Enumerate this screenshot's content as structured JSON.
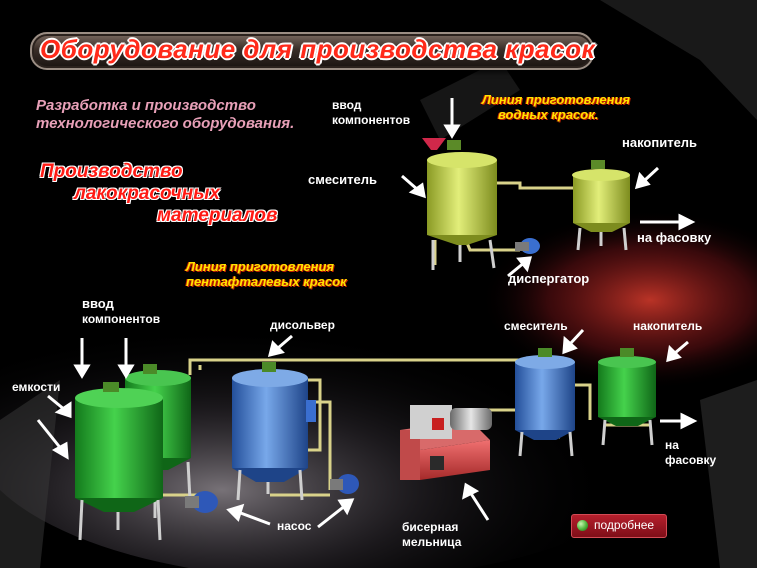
{
  "header": {
    "title": "Оборудование для производства красок"
  },
  "intro": {
    "line1": "Разработка и производство",
    "line2": "технологического оборудования."
  },
  "product": {
    "line1": "Производство",
    "line2": "лакокрасочных",
    "line3": "материалов"
  },
  "water_line": {
    "title_line1": "Линия приготовления",
    "title_line2": "водных красок.",
    "labels": {
      "input_line1": "ввод",
      "input_line2": "компонентов",
      "mixer": "смеситель",
      "storage": "накопитель",
      "to_packing": "на фасовку",
      "disperser": "диспергатор"
    }
  },
  "pentaphthalic_line": {
    "title_line1": "Линия приготовления",
    "title_line2": "пентафталевых красок",
    "labels": {
      "input_line1": "ввод",
      "input_line2": "компонентов",
      "dissolver": "дисольвер",
      "mixer": "смеситель",
      "storage": "накопитель",
      "tanks": "емкости",
      "to_packing_line1": "на",
      "to_packing_line2": "фасовку",
      "pump": "насос",
      "mill_line1": "бисерная",
      "mill_line2": "мельница"
    }
  },
  "more_button": {
    "label": "подробнее"
  },
  "colors": {
    "background": "#000000",
    "title_red": "#ff2a1a",
    "subtitle_pink": "#e8a0b8",
    "line_title_yellow": "#ffe400",
    "tank_green_yellow": "#c9d94a",
    "tank_green": "#2fb33a",
    "tank_blue": "#4a7fd0",
    "button_red": "#9a1622"
  }
}
